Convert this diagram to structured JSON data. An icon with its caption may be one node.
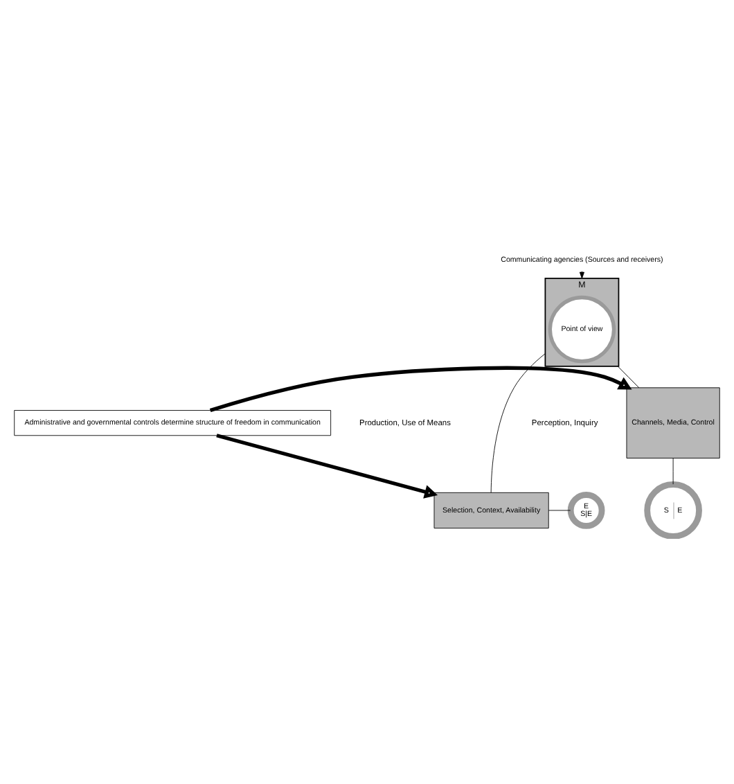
{
  "diagram": {
    "nodes": [
      {
        "text": [
          "M"
        ]
      },
      {
        "text": [
          "Point of view"
        ],
        "in": 0
      },
      {
        "text": [
          "Selection, Context, Availability"
        ]
      },
      {
        "text": [
          "E",
          "S|E"
        ]
      },
      {
        "text": [
          "Channels, Media, Control"
        ]
      },
      {
        "text": [
          "S",
          "E"
        ]
      },
      {
        "text": [
          "Administrative and governmental controls determine structure of freedom in communication"
        ]
      },
      {
        "text": [
          "Communicating agencies (Sources and receivers)"
        ]
      }
    ],
    "edges": [
      {
        "from": 7,
        "to": 0,
        "arrow": "to"
      },
      {
        "from": 0,
        "to": 2,
        "arrow": "none"
      },
      {
        "from": 2,
        "to": 3,
        "arrow": "none"
      },
      {
        "from": 0,
        "to": 4,
        "arrow": "none"
      },
      {
        "from": 4,
        "to": 5,
        "arrow": "none"
      },
      {
        "from": 6,
        "to": 2,
        "arrow": "to",
        "style": "thick"
      },
      {
        "from": 6,
        "to": 4,
        "arrow": "to",
        "style": "thick"
      }
    ],
    "labels": [
      "Perception, Inquiry",
      "Production, Use of Means"
    ]
  }
}
